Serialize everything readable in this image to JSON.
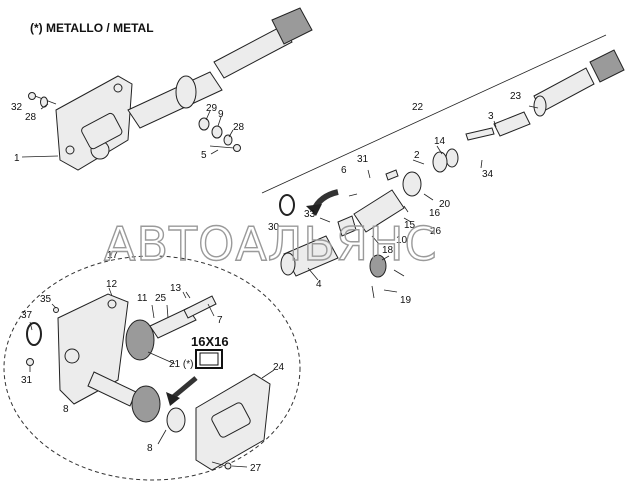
{
  "header": {
    "title": "(*) METALLO / METAL"
  },
  "watermark": "АВТОАЛЬЯНС",
  "size_box": "16X16",
  "callouts": [
    "32",
    "28",
    "1",
    "29",
    "9",
    "28",
    "5",
    "22",
    "23",
    "3",
    "14",
    "2",
    "31",
    "6",
    "20",
    "33",
    "16",
    "30",
    "15",
    "26",
    "10",
    "18",
    "4",
    "19",
    "34",
    "17",
    "12",
    "35",
    "37",
    "11",
    "25",
    "13",
    "7",
    "21 (*)",
    "31",
    "8",
    "24",
    "8",
    "27"
  ]
}
